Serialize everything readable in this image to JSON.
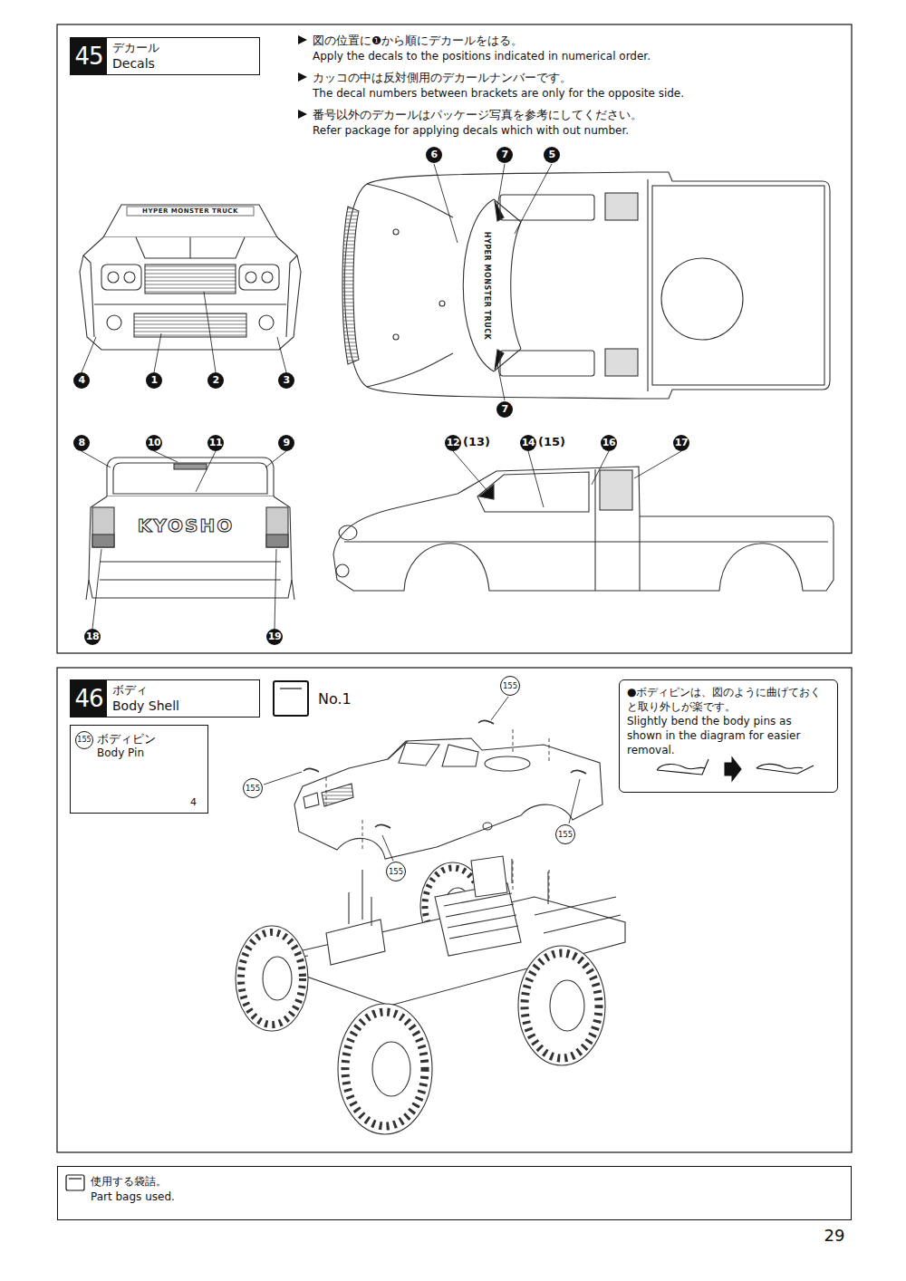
{
  "diagram": {
    "nodes": [
      {
        "text": [
          "45",
          "デカール",
          "Decals"
        ]
      },
      {
        "text": [
          "46",
          "ボディ",
          "Body Shell"
        ]
      },
      {
        "text": [
          "No.1"
        ]
      },
      {
        "text": [
          "155",
          "ボディピン",
          "Body Pin",
          "4"
        ]
      },
      {
        "text": [
          "●ボディピンは、図のように曲げておくと取り外しが楽です。",
          "Slightly bend the body pins as shown in the diagram for easier removal."
        ]
      },
      {
        "text": [
          "使用する袋詰。",
          "Part bags used."
        ]
      }
    ],
    "labels": [
      "図の位置に❶から順にデカールをはる。",
      "Apply the decals to the positions indicated in numerical order.",
      "カッコの中は反対側用のデカールナンバーです。",
      "The decal numbers between brackets are only for the opposite side.",
      "番号以外のデカールはパッケージ写真を参考にしてください。",
      "Refer package for applying decals which with out number.",
      "HYPER MONSTER TRUCK",
      "6",
      "7",
      "5",
      "HYPER MONSTER TRUCK",
      "4",
      "1",
      "2",
      "3",
      "7",
      "8",
      "10",
      "11",
      "9",
      "12",
      "(13)",
      "14",
      "(15)",
      "16",
      "17",
      "KYOSHO",
      "18",
      "19",
      "155",
      "155",
      "155",
      "155",
      "29"
    ]
  }
}
